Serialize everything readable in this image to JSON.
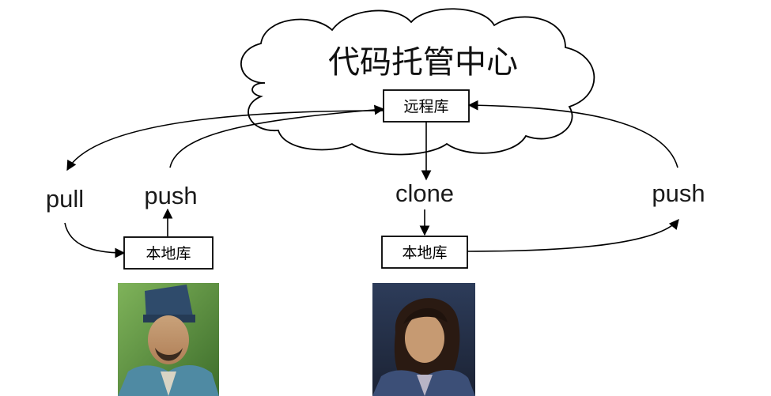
{
  "title": "代码托管中心",
  "remote_repo": "远程库",
  "left": {
    "pull_label": "pull",
    "push_label": "push",
    "local_repo": "本地库",
    "avatar": "person-left-image"
  },
  "right": {
    "clone_label": "clone",
    "push_label": "push",
    "local_repo": "本地库",
    "avatar": "person-right-image"
  },
  "colors": {
    "stroke": "#000000",
    "cloud_fill": "#ffffff"
  }
}
